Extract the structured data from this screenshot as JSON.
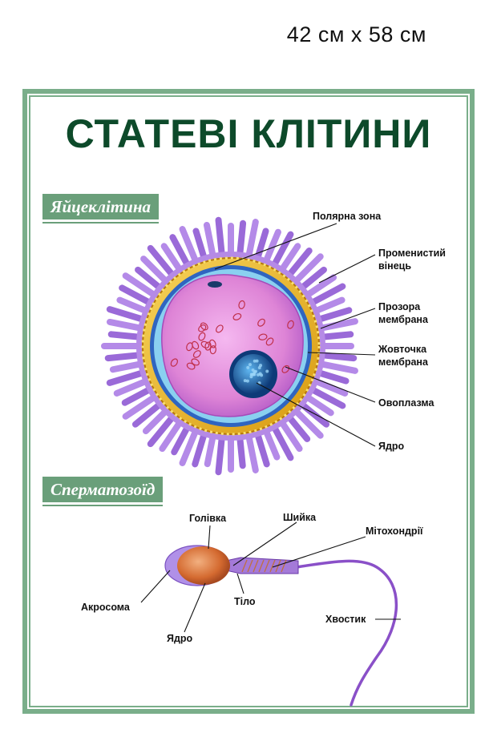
{
  "size_label": "42 см х 58 см",
  "title": "СТАТЕВІ КЛІТИНИ",
  "sections": {
    "egg": "Яйцеклітина",
    "sperm": "Сперматозоїд"
  },
  "egg_labels": {
    "polar_zone": "Полярна зона",
    "corona_1": "Променистий",
    "corona_2": "вінець",
    "zona_1": "Прозора",
    "zona_2": "мембрана",
    "vitelline_1": "Жовточка",
    "vitelline_2": "мембрана",
    "ooplasm": "Овоплазма",
    "nucleus": "Ядро"
  },
  "sperm_labels": {
    "head": "Голівка",
    "neck": "Шийка",
    "mitochondria": "Мітохондрії",
    "acrosome": "Акросома",
    "body": "Тіло",
    "tail": "Хвостик",
    "nucleus": "Ядро"
  },
  "colors": {
    "frame": "#7aae8a",
    "title": "#0d4a2a",
    "header_bg": "#6a9f7a",
    "corona": "#9a6ad8",
    "zona": "#e8b020",
    "vitelline": "#4a7ad0",
    "ooplasm": "#e088d8",
    "nucleus": "#1a5aa0",
    "sperm_head": "#d8783a",
    "sperm_tail": "#8a50c8"
  }
}
